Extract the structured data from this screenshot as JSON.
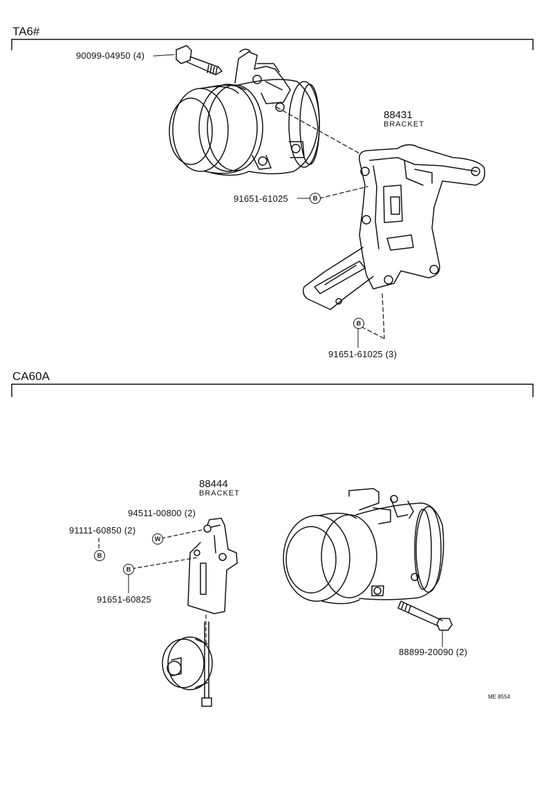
{
  "sections": {
    "top": {
      "title": "TA6#"
    },
    "bottom": {
      "title": "CA60A"
    }
  },
  "parts": {
    "bolt_top": {
      "number": "90099-04950",
      "qty": "(4)"
    },
    "bracket_top": {
      "number": "88431",
      "name": "BRACKET"
    },
    "bolt_b1": {
      "number": "91651-61025"
    },
    "bolt_b3": {
      "number": "91651-61025",
      "qty": "(3)"
    },
    "bracket_bottom": {
      "number": "88444",
      "name": "BRACKET"
    },
    "washer": {
      "number": "94511-00800",
      "qty": "(2)"
    },
    "bolt_9111": {
      "number": "91111-60850",
      "qty": "(2)"
    },
    "bolt_91651_608": {
      "number": "91651-60825"
    },
    "bolt_888": {
      "number": "88899-20090",
      "qty": "(2)"
    }
  },
  "markers": {
    "b": "B",
    "w": "W"
  },
  "footer": {
    "code": "ME  8554"
  }
}
